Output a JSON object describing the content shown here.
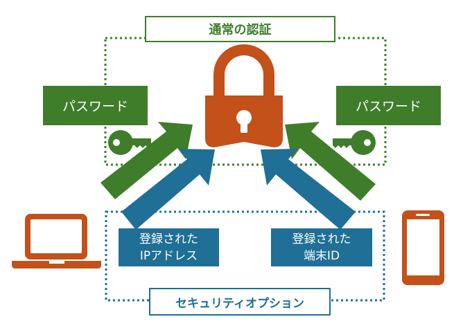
{
  "normal_auth": {
    "title": "通常の認証"
  },
  "security_option": {
    "title": "セキュリティオプション"
  },
  "password_left": "パスワード",
  "password_right": "パスワード",
  "registered_ip": {
    "line1": "登録された",
    "line2": "IPアドレス"
  },
  "registered_device": {
    "line1": "登録された",
    "line2": "端末ID"
  },
  "icons": [
    "lock-icon",
    "key-icon",
    "laptop-icon",
    "smartphone-icon",
    "arrow-icon"
  ],
  "colors": {
    "green": "#3f7d2b",
    "blue": "#1f6f96",
    "orange": "#c4501a"
  }
}
